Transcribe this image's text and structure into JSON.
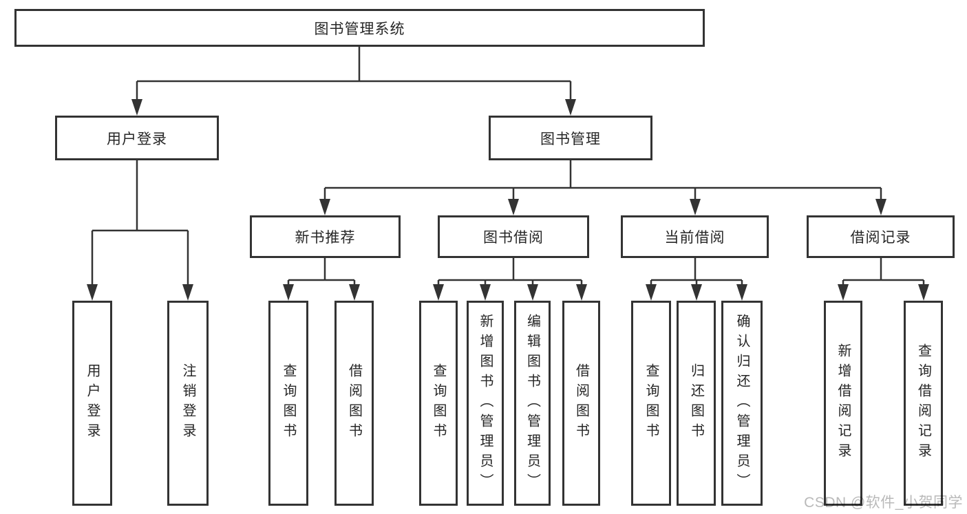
{
  "tree": {
    "label": "图书管理系统",
    "children": [
      {
        "label": "用户登录",
        "children": [
          {
            "label": "用户登录"
          },
          {
            "label": "注销登录"
          }
        ]
      },
      {
        "label": "图书管理",
        "children": [
          {
            "label": "新书推荐",
            "children": [
              {
                "label": "查询图书"
              },
              {
                "label": "借阅图书"
              }
            ]
          },
          {
            "label": "图书借阅",
            "children": [
              {
                "label": "查询图书"
              },
              {
                "label": "新增图书（管理员）"
              },
              {
                "label": "编辑图书（管理员）"
              },
              {
                "label": "借阅图书"
              }
            ]
          },
          {
            "label": "当前借阅",
            "children": [
              {
                "label": "查询图书"
              },
              {
                "label": "归还图书"
              },
              {
                "label": "确认归还（管理员）"
              }
            ]
          },
          {
            "label": "借阅记录",
            "children": [
              {
                "label": "新增借阅记录"
              },
              {
                "label": "查询借阅记录"
              }
            ]
          }
        ]
      }
    ]
  },
  "watermark": {
    "text": "CSDN @软件_小贺同学"
  },
  "colors": {
    "line": "#333333",
    "border": "#333333",
    "text": "#262626",
    "watermark": "#b9b9b9",
    "background": "#ffffff"
  }
}
